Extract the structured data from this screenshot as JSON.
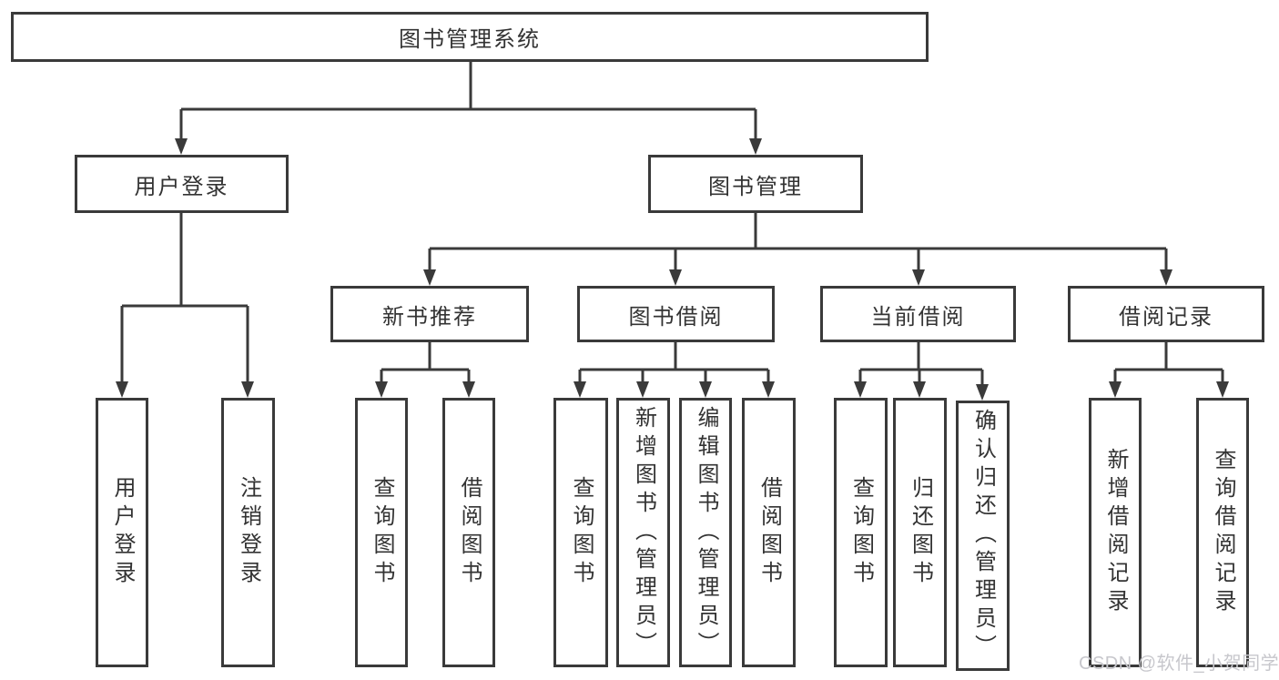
{
  "diagram": {
    "title": "图书管理系统",
    "branches": [
      {
        "label": "用户登录",
        "children": [
          {
            "label": "用户登录"
          },
          {
            "label": "注销登录"
          }
        ]
      },
      {
        "label": "图书管理",
        "children": [
          {
            "label": "新书推荐",
            "children": [
              {
                "label": "查询图书"
              },
              {
                "label": "借阅图书"
              }
            ]
          },
          {
            "label": "图书借阅",
            "children": [
              {
                "label": "查询图书"
              },
              {
                "label": "新增图书（管理员）"
              },
              {
                "label": "编辑图书（管理员）"
              },
              {
                "label": "借阅图书"
              }
            ]
          },
          {
            "label": "当前借阅",
            "children": [
              {
                "label": "查询图书"
              },
              {
                "label": "归还图书"
              },
              {
                "label": "确认归还（管理员）"
              }
            ]
          },
          {
            "label": "借阅记录",
            "children": [
              {
                "label": "新增借阅记录"
              },
              {
                "label": "查询借阅记录"
              }
            ]
          }
        ]
      }
    ]
  },
  "watermark": {
    "text": "CSDN @软件_小贺同学"
  },
  "colors": {
    "line": "#3a3a3a",
    "box_border": "#3a3a3a",
    "text": "#333333",
    "background": "#ffffff",
    "watermark": "#c7c7cc"
  }
}
